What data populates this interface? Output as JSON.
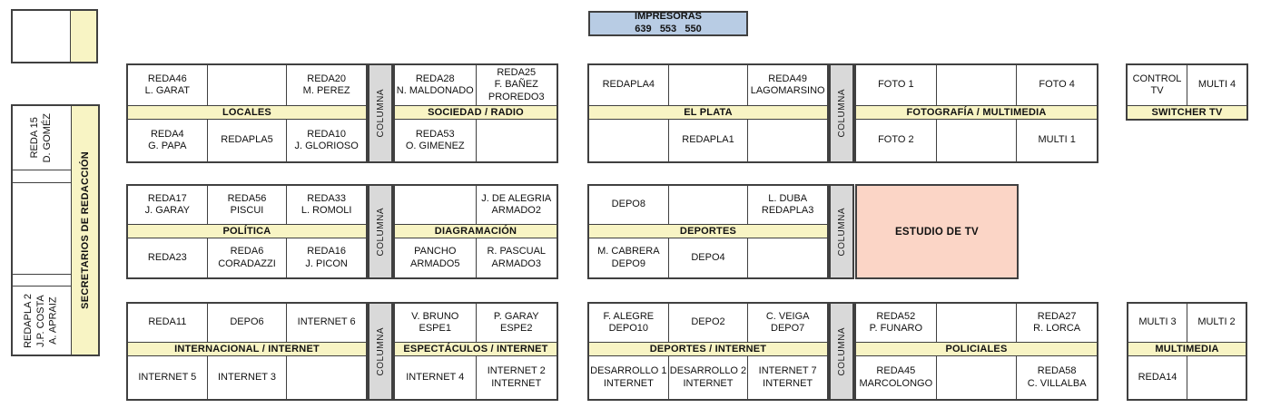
{
  "colors": {
    "band_yellow": "#F8F4C4",
    "column_gray": "#D9D9D9",
    "printers_blue": "#B8CCE4",
    "studio_salmon": "#FBD5C6",
    "border": "#404040"
  },
  "printers": {
    "title": "IMPRESORAS",
    "numbers": "639   553   550"
  },
  "secretaries": {
    "strip": "SECRETARIOS DE REDACCIÓN",
    "top_cell": "REDA 15\nD. GOMÉZ",
    "bottom_cell": "REDAPLA 2\nJ.P. COSTA\nA. APRAIZ"
  },
  "column_strip_label": "COLUMNA",
  "studio_label": "ESTUDIO DE TV",
  "tables": [
    {
      "id": "locales",
      "band": "LOCALES",
      "top": [
        "REDA46\nL. GARAT",
        "",
        "REDA20\nM. PEREZ"
      ],
      "bottom": [
        "REDA4\nG. PAPA",
        "REDAPLA5",
        "REDA10\nJ. GLORIOSO"
      ]
    },
    {
      "id": "sociedad-radio",
      "band": "SOCIEDAD / RADIO",
      "top": [
        "REDA28\nN. MALDONADO",
        "REDA25\nF. BAÑEZ\nPROREDO3"
      ],
      "bottom": [
        "REDA53\nO. GIMENEZ",
        ""
      ]
    },
    {
      "id": "el-plata",
      "band": "EL PLATA",
      "top": [
        "REDAPLA4",
        "",
        "REDA49\nLAGOMARSINO"
      ],
      "bottom": [
        "",
        "REDAPLA1",
        ""
      ]
    },
    {
      "id": "fotografia-multimedia",
      "band": "FOTOGRAFÍA / MULTIMEDIA",
      "top": [
        "FOTO 1",
        "",
        "FOTO 4"
      ],
      "bottom": [
        "FOTO 2",
        "",
        "MULTI 1"
      ]
    },
    {
      "id": "switcher-tv",
      "band": "SWITCHER TV",
      "top": [
        "CONTROL TV",
        "MULTI 4"
      ],
      "bottom": []
    },
    {
      "id": "politica",
      "band": "POLÍTICA",
      "top": [
        "REDA17\nJ. GARAY",
        "REDA56\nPISCUI",
        "REDA33\nL. ROMOLI"
      ],
      "bottom": [
        "REDA23",
        "REDA6\nCORADAZZI",
        "REDA16\nJ. PICON"
      ]
    },
    {
      "id": "diagramacion",
      "band": "DIAGRAMACIÓN",
      "top": [
        "",
        "J. DE ALEGRIA\nARMADO2"
      ],
      "bottom": [
        "PANCHO\nARMADO5",
        "R. PASCUAL\nARMADO3"
      ]
    },
    {
      "id": "deportes",
      "band": "DEPORTES",
      "top": [
        "DEPO8",
        "",
        "L. DUBA\nREDAPLA3"
      ],
      "bottom": [
        "M. CABRERA\nDEPO9",
        "DEPO4",
        ""
      ]
    },
    {
      "id": "internacional-internet",
      "band": "INTERNACIONAL / INTERNET",
      "top": [
        "REDA11",
        "DEPO6",
        "INTERNET 6"
      ],
      "bottom": [
        "INTERNET 5",
        "INTERNET 3",
        ""
      ]
    },
    {
      "id": "espectaculos-internet",
      "band": "ESPECTÁCULOS / INTERNET",
      "top": [
        "V. BRUNO\nESPE1",
        "P. GARAY\nESPE2"
      ],
      "bottom": [
        "INTERNET 4",
        "INTERNET 2\nINTERNET"
      ]
    },
    {
      "id": "deportes-internet",
      "band": "DEPORTES / INTERNET",
      "top": [
        "F. ALEGRE\nDEPO10",
        "DEPO2",
        "C. VEIGA\nDEPO7"
      ],
      "bottom": [
        "DESARROLLO 1\nINTERNET",
        "DESARROLLO 2\nINTERNET",
        "INTERNET 7\nINTERNET"
      ]
    },
    {
      "id": "policiales",
      "band": "POLICIALES",
      "top": [
        "REDA52\nP. FUNARO",
        "",
        "REDA27\nR. LORCA"
      ],
      "bottom": [
        "REDA45\nMARCOLONGO",
        "",
        "REDA58\nC. VILLALBA"
      ]
    },
    {
      "id": "multimedia",
      "band": "MULTIMEDIA",
      "top": [
        "MULTI 3",
        "MULTI 2"
      ],
      "bottom": [
        "REDA14",
        ""
      ]
    }
  ]
}
